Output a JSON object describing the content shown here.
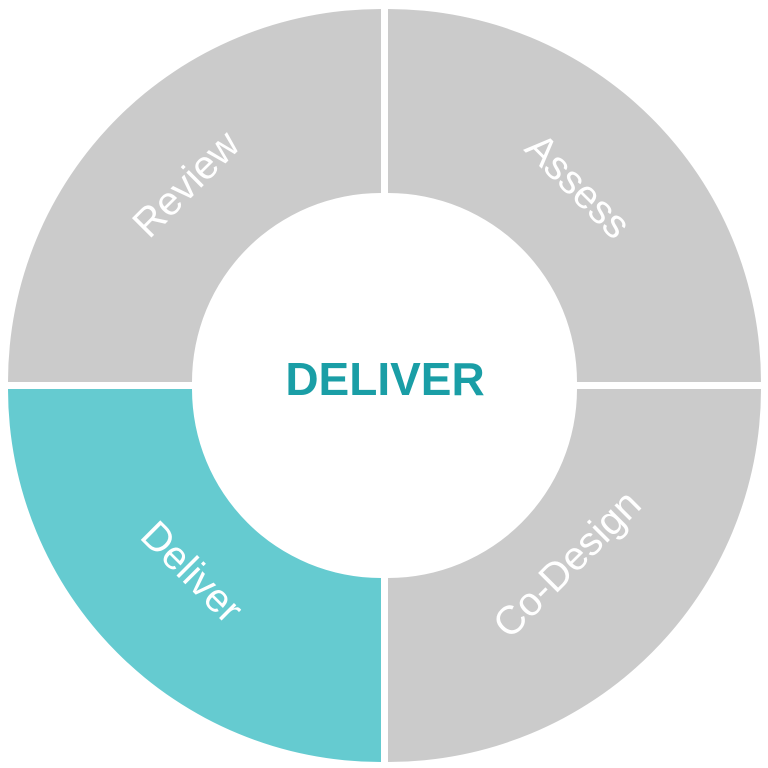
{
  "center_title": "DELIVER",
  "colors": {
    "inactive": "#cbcbcb",
    "active": "#65cbd0",
    "title": "#1a9ea6",
    "background": "#ffffff"
  },
  "segments": [
    {
      "key": "review",
      "label": "Review",
      "active": false
    },
    {
      "key": "assess",
      "label": "Assess",
      "active": false
    },
    {
      "key": "co-design",
      "label": "Co-Design",
      "active": false
    },
    {
      "key": "deliver",
      "label": "Deliver",
      "active": true
    }
  ]
}
